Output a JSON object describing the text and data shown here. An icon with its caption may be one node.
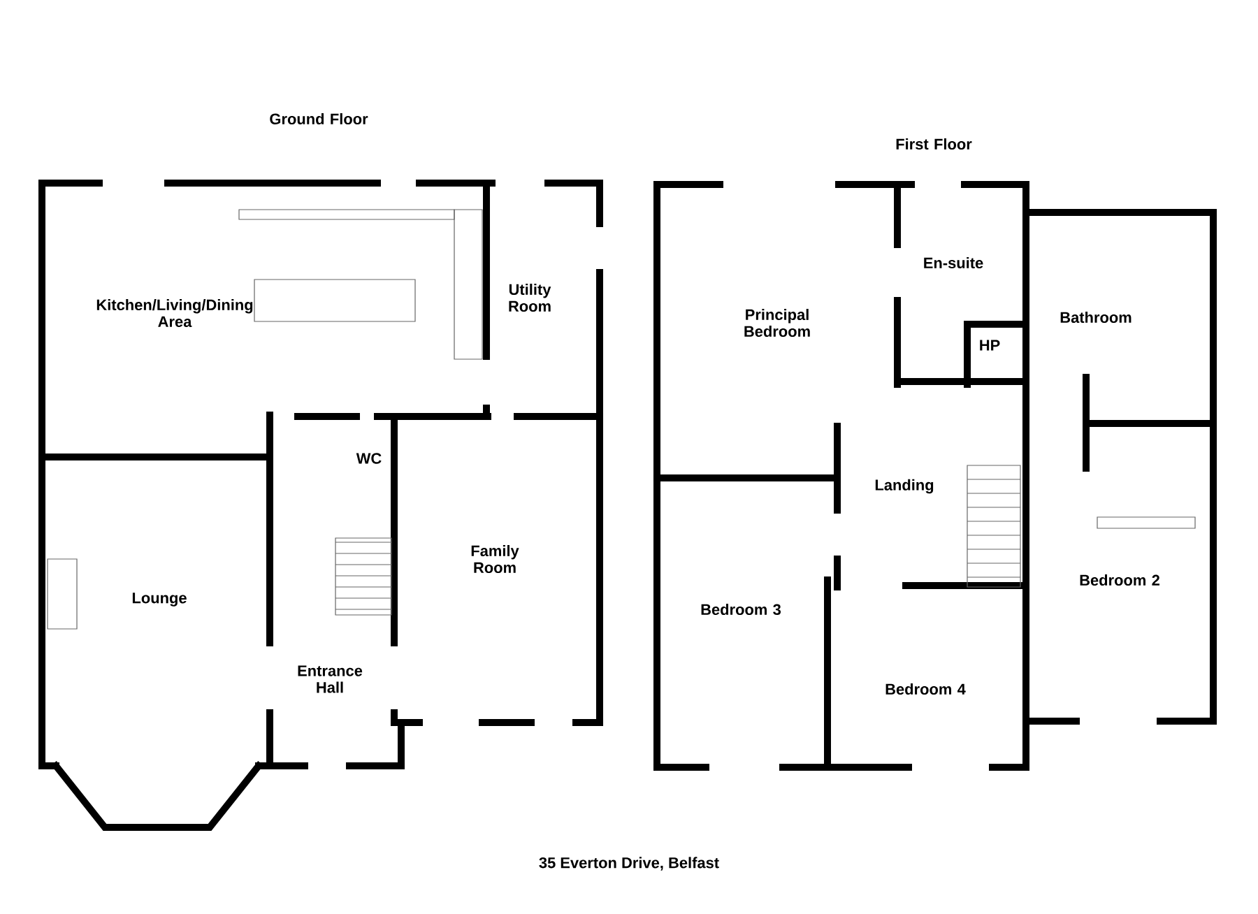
{
  "diagram": {
    "caption": "35 Everton Drive, Belfast",
    "labels": [
      "Ground Floor",
      "First Floor",
      "Kitchen/Living/Dining Area",
      "Utility Room",
      "En-suite",
      "Principal Bedroom",
      "Bathroom",
      "HP",
      "WC",
      "Landing",
      "Family Room",
      "Lounge",
      "Bedroom 2",
      "Bedroom 3",
      "Entrance Hall",
      "Bedroom 4"
    ]
  }
}
